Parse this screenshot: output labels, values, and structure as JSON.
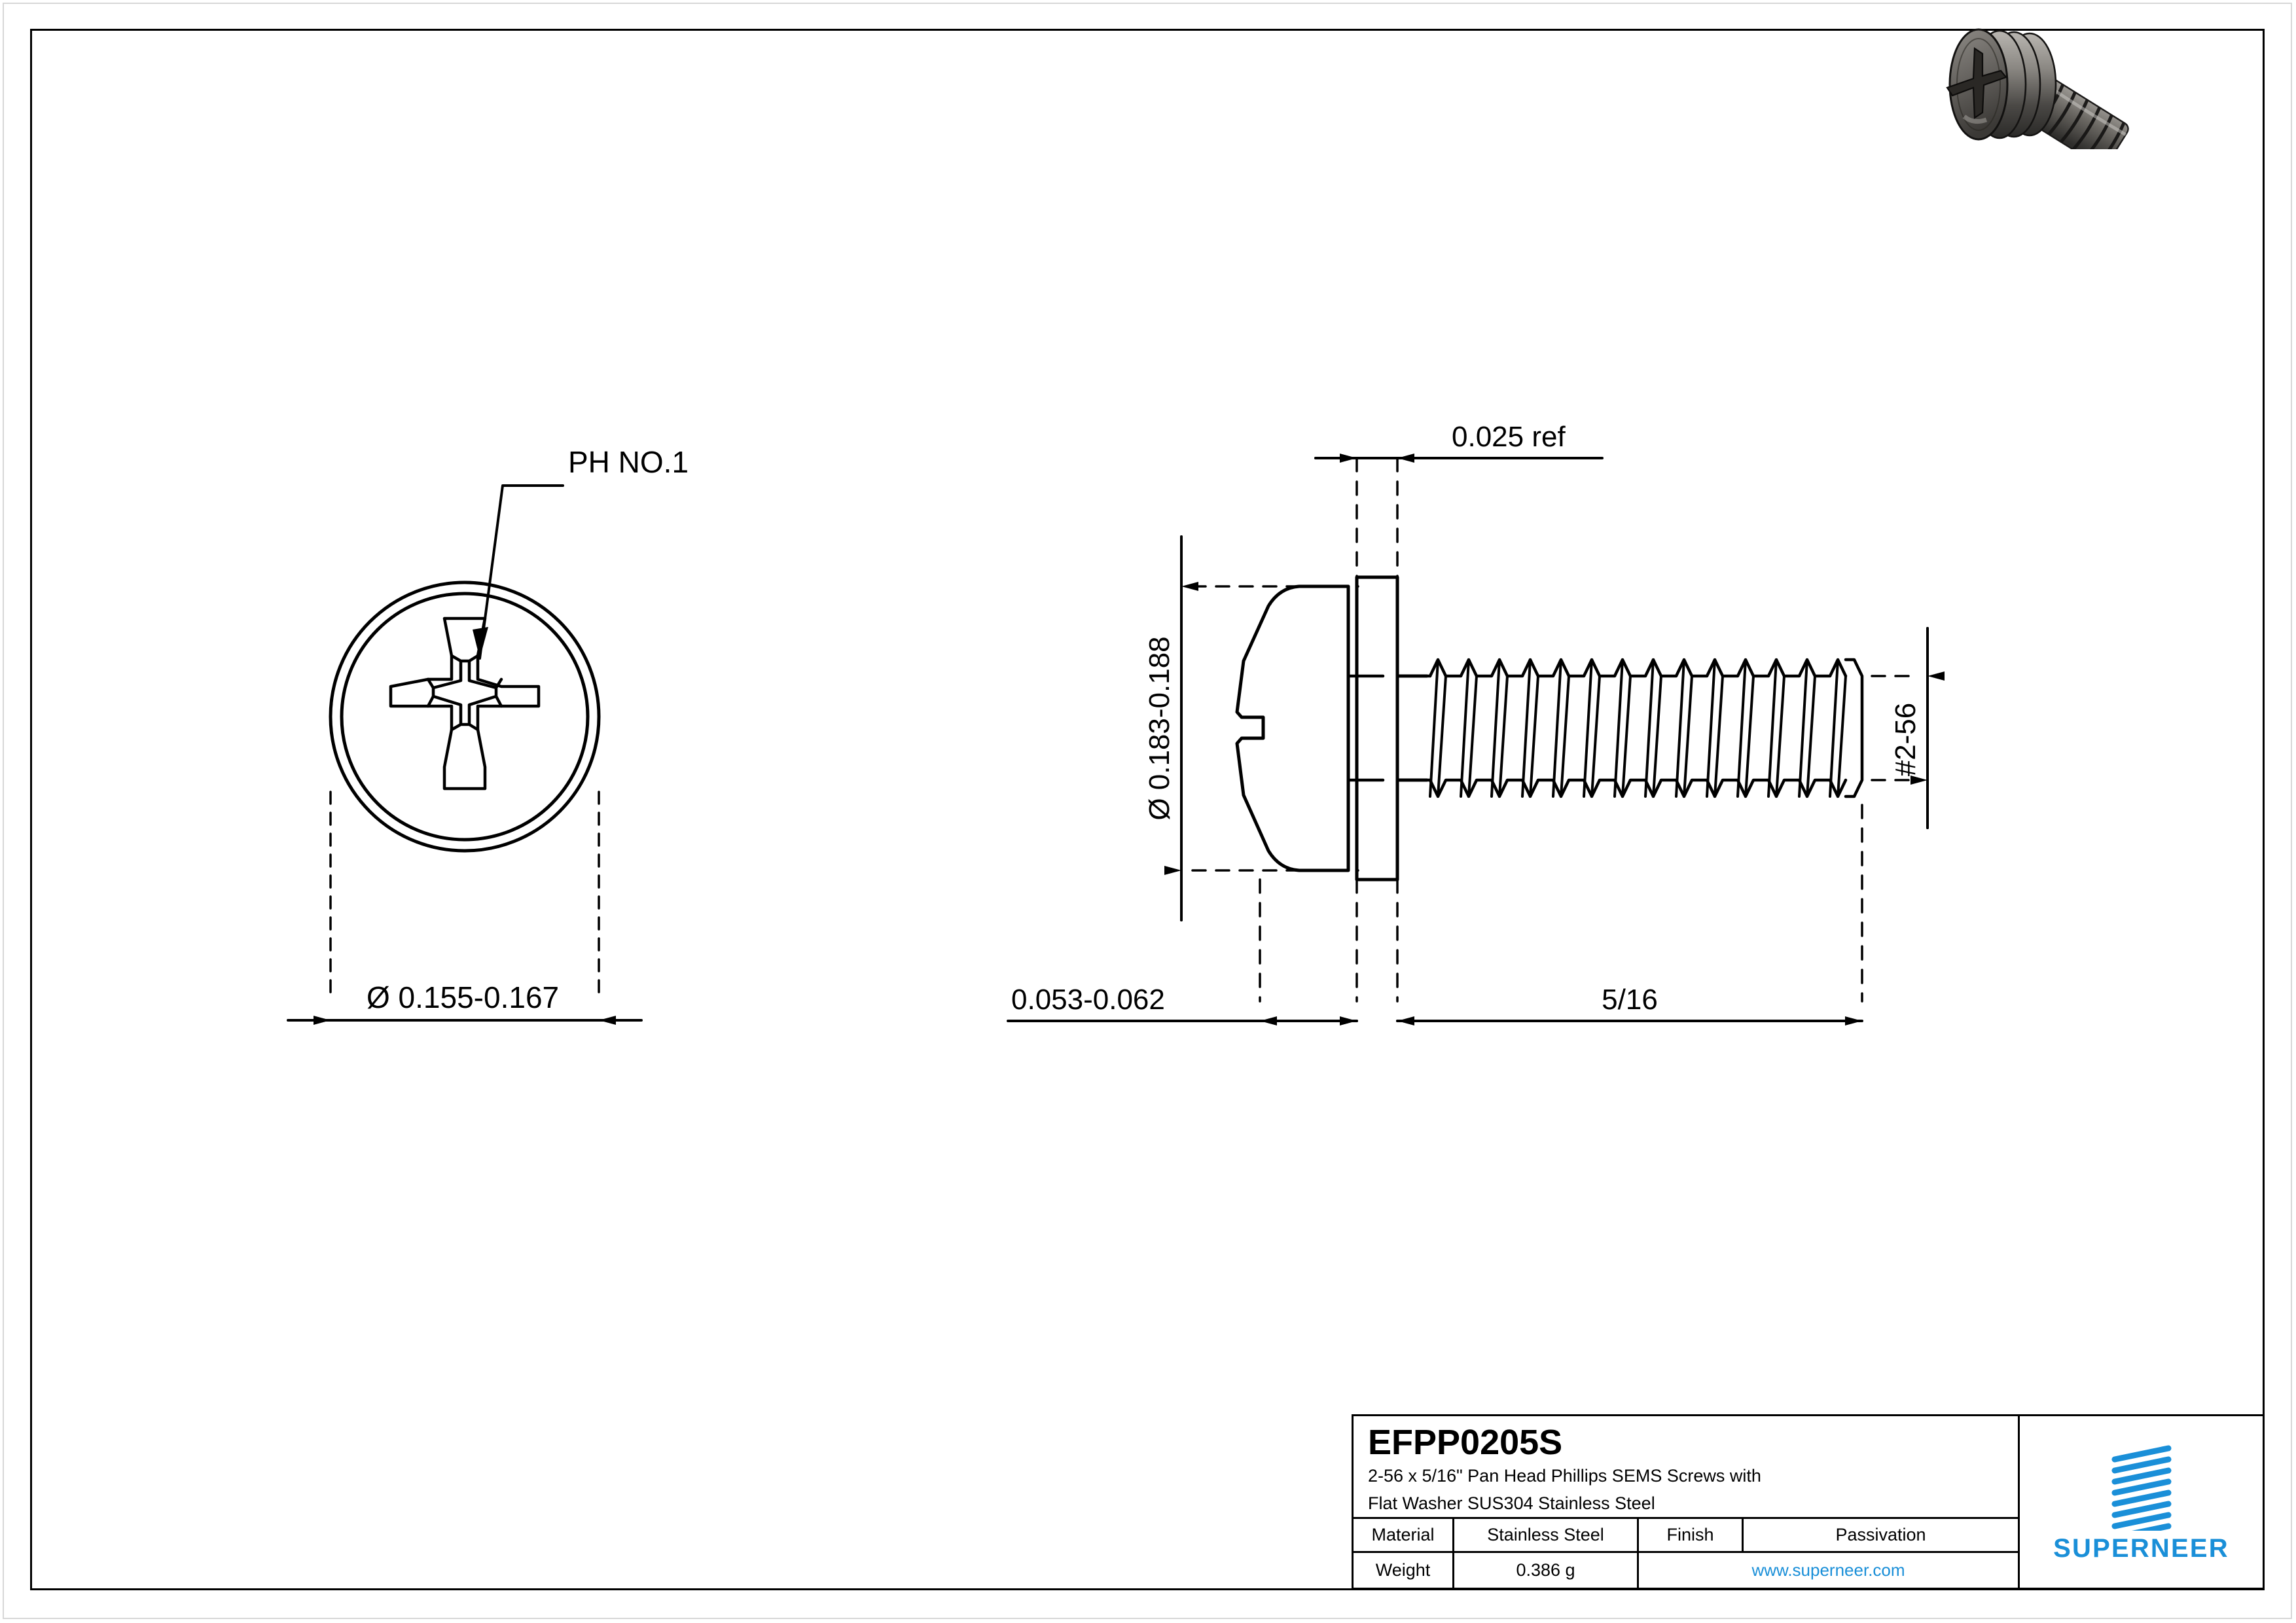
{
  "document": {
    "type": "engineering-drawing",
    "background": "#ffffff",
    "line_color": "#000000",
    "accent_color": "#1a8fd8"
  },
  "views": {
    "front_view": {
      "name": "front-view",
      "callout": "PH NO.1",
      "diameter_dimension": "Ø 0.155-0.167"
    },
    "side_view": {
      "name": "side-view",
      "washer_thickness": "0.025 ref",
      "head_diameter": "Ø 0.183-0.188",
      "thread_callout": "#2-56",
      "head_height": "0.053-0.062",
      "thread_length": "5/16"
    }
  },
  "title_block": {
    "part_number": "EFPP0205S",
    "description_line1": "2-56 x 5/16\" Pan Head Phillips SEMS Screws with",
    "description_line2": "Flat Washer SUS304 Stainless Steel",
    "material_label": "Material",
    "material_value": "Stainless Steel",
    "finish_label": "Finish",
    "finish_value": "Passivation",
    "weight_label": "Weight",
    "weight_value": "0.386 g",
    "url": "www.superneer.com",
    "brand": "SUPERNEER",
    "logo_stripe_count": 8,
    "logo_color": "#1a8fd8"
  }
}
